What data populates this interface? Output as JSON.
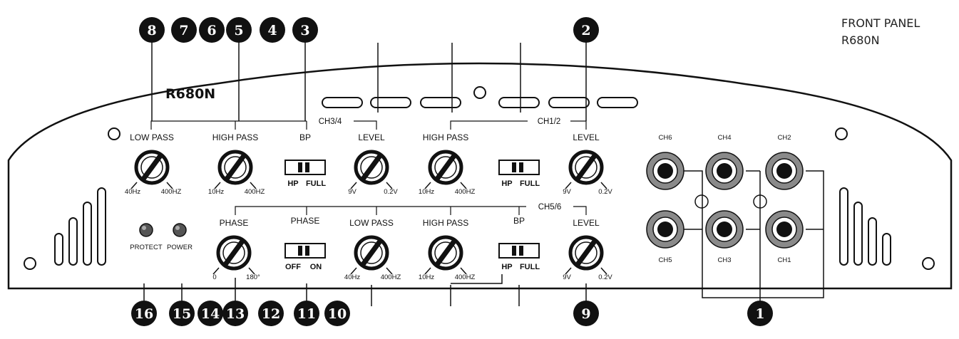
{
  "header": {
    "line1": "FRONT PANEL",
    "line2": "R680N"
  },
  "panel": {
    "model": "R680N"
  },
  "groups": {
    "ch34": "CH3/4",
    "ch12": "CH1/2",
    "ch56": "CH5/6"
  },
  "knobs": [
    {
      "label": "LOW PASS",
      "min": "40Hz",
      "max": "400HZ"
    },
    {
      "label": "HIGH PASS",
      "min": "10Hz",
      "max": "400HZ"
    },
    {
      "label": "LEVEL",
      "min": "9V",
      "max": "0.2V"
    },
    {
      "label": "HIGH PASS",
      "min": "10Hz",
      "max": "400HZ"
    },
    {
      "label": "LEVEL",
      "min": "9V",
      "max": "0.2V"
    },
    {
      "label": "PHASE",
      "min": "0",
      "max": "180°"
    },
    {
      "label": "LOW PASS",
      "min": "40Hz",
      "max": "400HZ"
    },
    {
      "label": "HIGH PASS",
      "min": "10Hz",
      "max": "400HZ"
    },
    {
      "label": "LEVEL",
      "min": "9V",
      "max": "0.2V"
    }
  ],
  "switches": [
    {
      "label": "BP",
      "left": "HP",
      "right": "FULL"
    },
    {
      "label": "",
      "left": "HP",
      "right": "FULL"
    },
    {
      "label": "PHASE",
      "left": "OFF",
      "right": "ON"
    },
    {
      "label": "BP",
      "left": "HP",
      "right": "FULL"
    }
  ],
  "leds": [
    {
      "label": "PROTECT"
    },
    {
      "label": "POWER"
    }
  ],
  "jacks": [
    "CH6",
    "CH4",
    "CH2",
    "CH5",
    "CH3",
    "CH1"
  ],
  "callouts": [
    "8",
    "7",
    "6",
    "5",
    "4",
    "3",
    "2",
    "16",
    "15",
    "14",
    "13",
    "12",
    "11",
    "10",
    "9",
    "1"
  ]
}
